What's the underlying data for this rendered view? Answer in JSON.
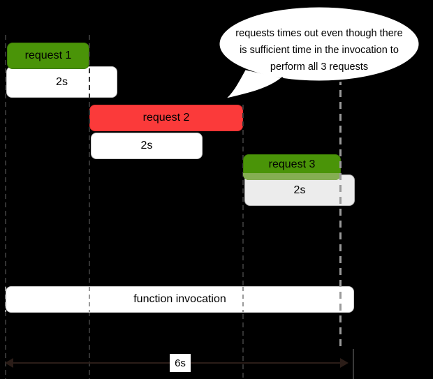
{
  "colors": {
    "background": "#000000",
    "request_green": "#4a9408",
    "request_green_overlap": "#85ae52",
    "request_red": "#fb3a3a",
    "duration_white": "#ffffff",
    "duration_gray": "#ececec",
    "dash_dark": "#333333",
    "dash_gray": "#9a9a9a",
    "arrow_dark": "#2b1d18"
  },
  "bubble": {
    "line1": "requests times out even though there",
    "line2": "is sufficient time in the invocation to",
    "line3": "perform  all 3 requests"
  },
  "requests": [
    {
      "label": "request 1",
      "duration": "2s"
    },
    {
      "label": "request 2",
      "duration": "2s"
    },
    {
      "label": "request 3",
      "duration": "2s"
    }
  ],
  "invocation": {
    "label": "function invocation"
  },
  "timeline": {
    "total": "6s"
  }
}
